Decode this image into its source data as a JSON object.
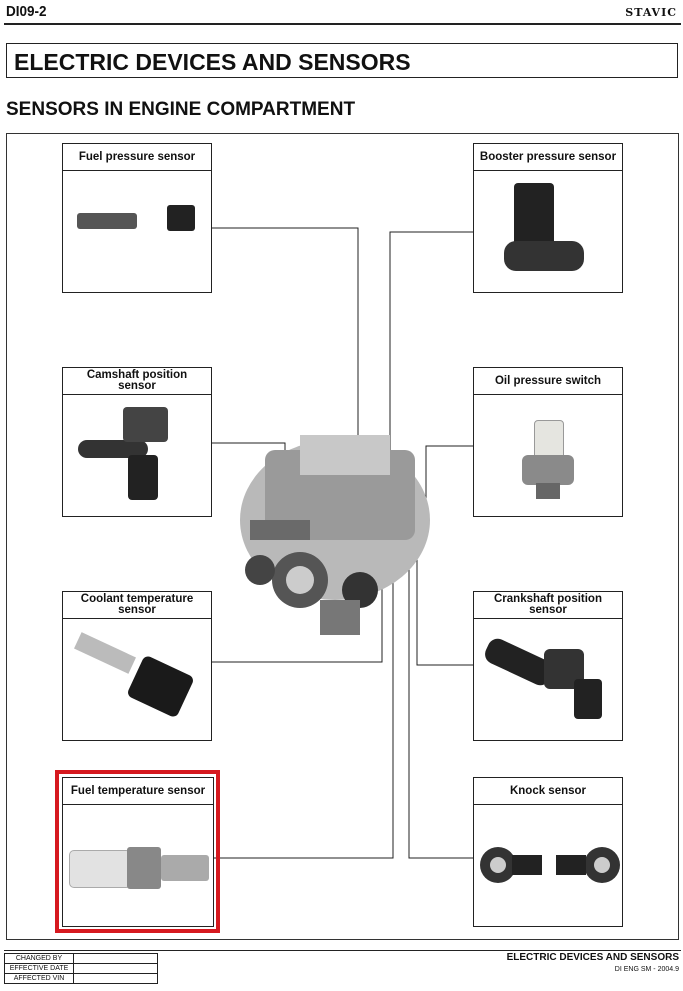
{
  "header": {
    "page_code": "DI09-2",
    "brand": "STAVIC"
  },
  "title": "ELECTRIC DEVICES AND SENSORS",
  "section_title": "SENSORS IN ENGINE COMPARTMENT",
  "sensors": [
    {
      "label": "Fuel pressure sensor"
    },
    {
      "label": "Booster pressure sensor"
    },
    {
      "label": "Camshaft position sensor"
    },
    {
      "label": "Oil pressure switch"
    },
    {
      "label": "Coolant temperature sensor"
    },
    {
      "label": "Crankshaft position sensor"
    },
    {
      "label": "Fuel temperature sensor",
      "highlighted": true
    },
    {
      "label": "Knock sensor"
    }
  ],
  "highlight_color": "#d6191f",
  "footer": {
    "revision_labels": [
      "CHANGED BY",
      "EFFECTIVE DATE",
      "AFFECTED VIN"
    ],
    "title": "ELECTRIC DEVICES AND SENSORS",
    "doc_ref": "DI ENG SM - 2004.9"
  }
}
